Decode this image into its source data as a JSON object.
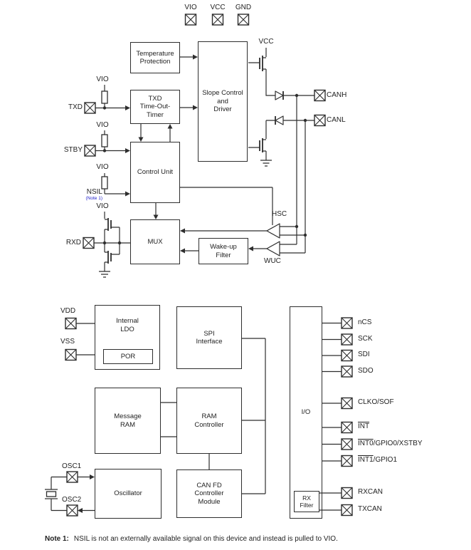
{
  "colors": {
    "ink": "#2e2e2e",
    "note_blue": "#2222cc",
    "background": "#ffffff"
  },
  "top_pins": {
    "vio": "VIO",
    "vcc": "VCC",
    "gnd": "GND"
  },
  "supply_labels": {
    "vcc_driver": "VCC",
    "vio": "VIO"
  },
  "blocks": {
    "temperature_protection": "Temperature\nProtection",
    "txd_timer": "TXD\nTime-Out-\nTimer",
    "slope_control": "Slope Control\nand\nDriver",
    "control_unit": "Control Unit",
    "mux": "MUX",
    "wakeup_filter": "Wake-up\nFilter",
    "internal_ldo": "Internal\nLDO",
    "por": "POR",
    "spi_interface": "SPI\nInterface",
    "message_ram": "Message\nRAM",
    "ram_controller": "RAM\nController",
    "oscillator": "Oscillator",
    "can_fd": "CAN FD\nController\nModule",
    "io": "I/O",
    "rx_filter": "RX\nFilter"
  },
  "left_pins": {
    "txd": "TXD",
    "stby": "STBY",
    "nsil": "NSIL",
    "nsil_note_ref": "(Note 1)",
    "rxd": "RXD",
    "vdd": "VDD",
    "vss": "VSS",
    "osc1": "OSC1",
    "osc2": "OSC2"
  },
  "right_pins": {
    "canh": "CANH",
    "canl": "CANL",
    "ncs": "nCS",
    "sck": "SCK",
    "sdi": "SDI",
    "sdo": "SDO",
    "clko": "CLKO/SOF",
    "int": {
      "bar": "INT",
      "rest": ""
    },
    "int0": {
      "bar": "INT0",
      "rest": "/GPIO0/XSTBY"
    },
    "int1": {
      "bar": "INT1",
      "rest": "/GPIO1"
    },
    "rxcan": "RXCAN",
    "txcan": "TXCAN"
  },
  "comparators": {
    "hsc": "HSC",
    "wuc": "WUC"
  },
  "note": {
    "prefix": "Note 1:",
    "text": "NSIL is not an externally available signal on this device and instead is pulled to VIO."
  }
}
